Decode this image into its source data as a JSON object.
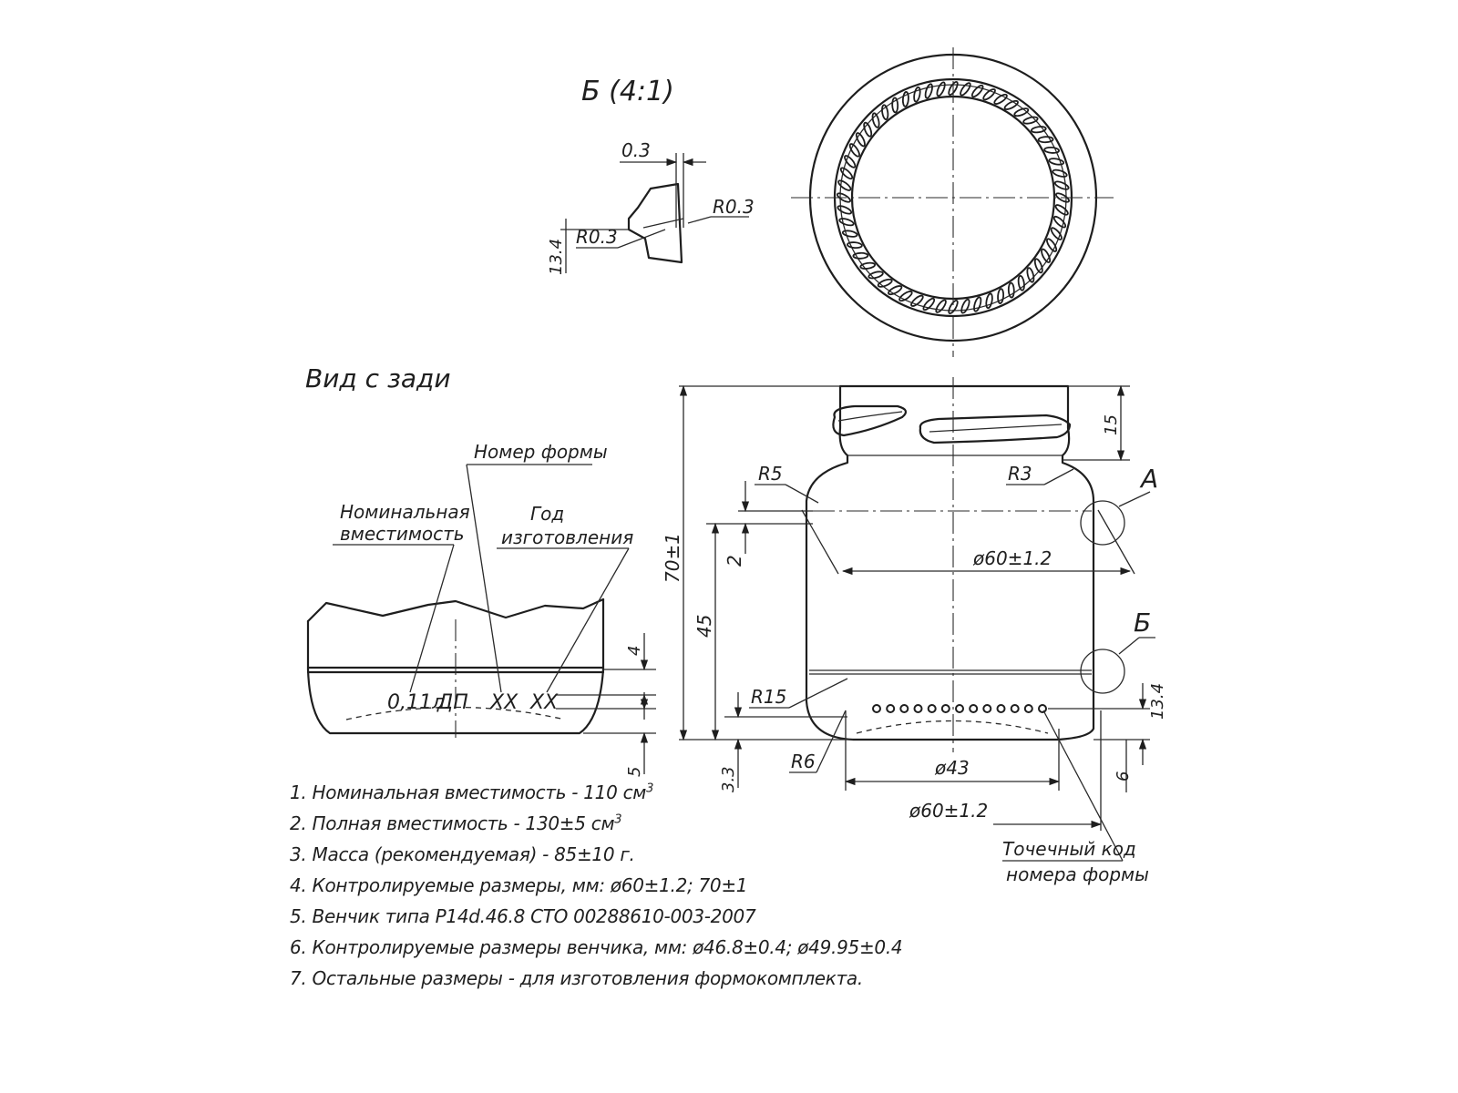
{
  "views": {
    "detail_title": "Б (4:1)",
    "back_view_title": "Вид с зади"
  },
  "detail_b": {
    "dim_width": "0.3",
    "dim_height": "13.4",
    "radius_left": "R0.3",
    "radius_right": "R0.3"
  },
  "back_view": {
    "label_capacity_line1": "Номинальная",
    "label_capacity_line2": "вместимость",
    "label_mold_number": "Номер формы",
    "label_year_line1": "Год",
    "label_year_line2": "изготовления",
    "marking_capacity": "0,11л",
    "marking_code": "ДП",
    "marking_mold": "XX",
    "marking_year": "XX",
    "dim_top": "4",
    "dim_bottom": "5"
  },
  "jar": {
    "dim_total_height": "70±1",
    "dim_body_height": "45",
    "dim_shoulder": "2",
    "dim_finish_height": "15",
    "dim_base": "3.3",
    "dim_dots_height": "13.4",
    "dim_dots_offset": "6",
    "radius_shoulder": "R5",
    "radius_neck": "R3",
    "radius_heel": "R15",
    "radius_base": "R6",
    "dia_body": "ø60±1.2",
    "dia_base_inner": "ø43",
    "dia_base_outer": "ø60±1.2",
    "callout_a": "А",
    "callout_b": "Б",
    "label_dot_code_line1": "Точечный код",
    "label_dot_code_line2": "номера формы"
  },
  "notes": [
    {
      "text": "1. Номинальная вместимость - 110 см",
      "sup": "3"
    },
    {
      "text": "2. Полная вместимость - 130±5 см",
      "sup": "3"
    },
    {
      "text": "3. Масса (рекомендуемая) - 85±10 г.",
      "sup": ""
    },
    {
      "text": "4. Контролируемые размеры, мм: ø60±1.2; 70±1",
      "sup": ""
    },
    {
      "text": "5. Венчик типа P14d.46.8    СТО 00288610-003-2007",
      "sup": ""
    },
    {
      "text": "6. Контролируемые размеры венчика, мм: ø46.8±0.4; ø49.95±0.4",
      "sup": ""
    },
    {
      "text": "7. Остальные размеры  - для изготовления формокомплекта.",
      "sup": ""
    }
  ]
}
